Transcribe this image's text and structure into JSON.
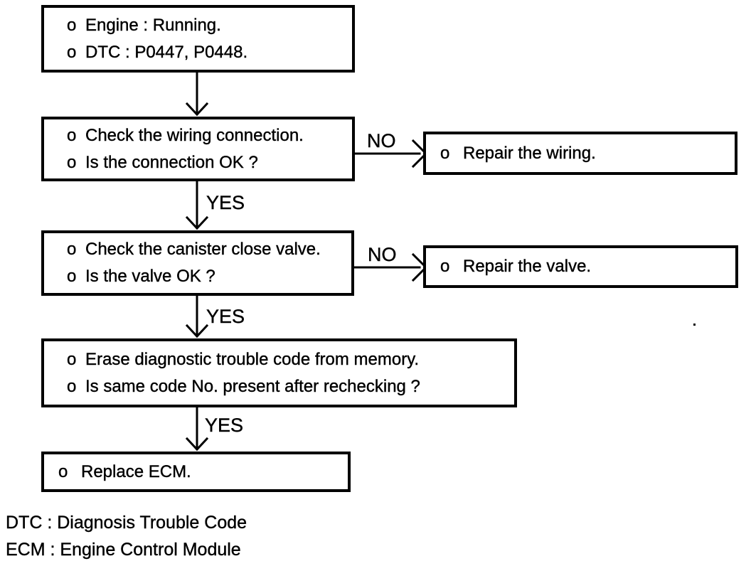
{
  "page": {
    "background_color": "#ffffff",
    "ink_color": "#000000"
  },
  "flowchart": {
    "bullet": "o",
    "edge_labels": {
      "yes": "YES",
      "no": "NO"
    },
    "nodes": {
      "start": {
        "lines": [
          "Engine : Running.",
          "DTC : P0447, P0448."
        ]
      },
      "check_wiring": {
        "lines": [
          "Check the wiring connection.",
          "Is the connection OK ?"
        ]
      },
      "repair_wiring": {
        "lines": [
          "Repair the wiring."
        ]
      },
      "check_valve": {
        "lines": [
          "Check the canister close valve.",
          "Is the valve OK ?"
        ]
      },
      "repair_valve": {
        "lines": [
          "Repair the valve."
        ]
      },
      "erase_dtc": {
        "lines": [
          "Erase diagnostic trouble code from memory.",
          "Is same code No. present after rechecking ?"
        ]
      },
      "replace_ecm": {
        "lines": [
          "Replace ECM."
        ]
      }
    },
    "legend": [
      "DTC : Diagnosis Trouble Code",
      "ECM : Engine Control Module"
    ]
  }
}
